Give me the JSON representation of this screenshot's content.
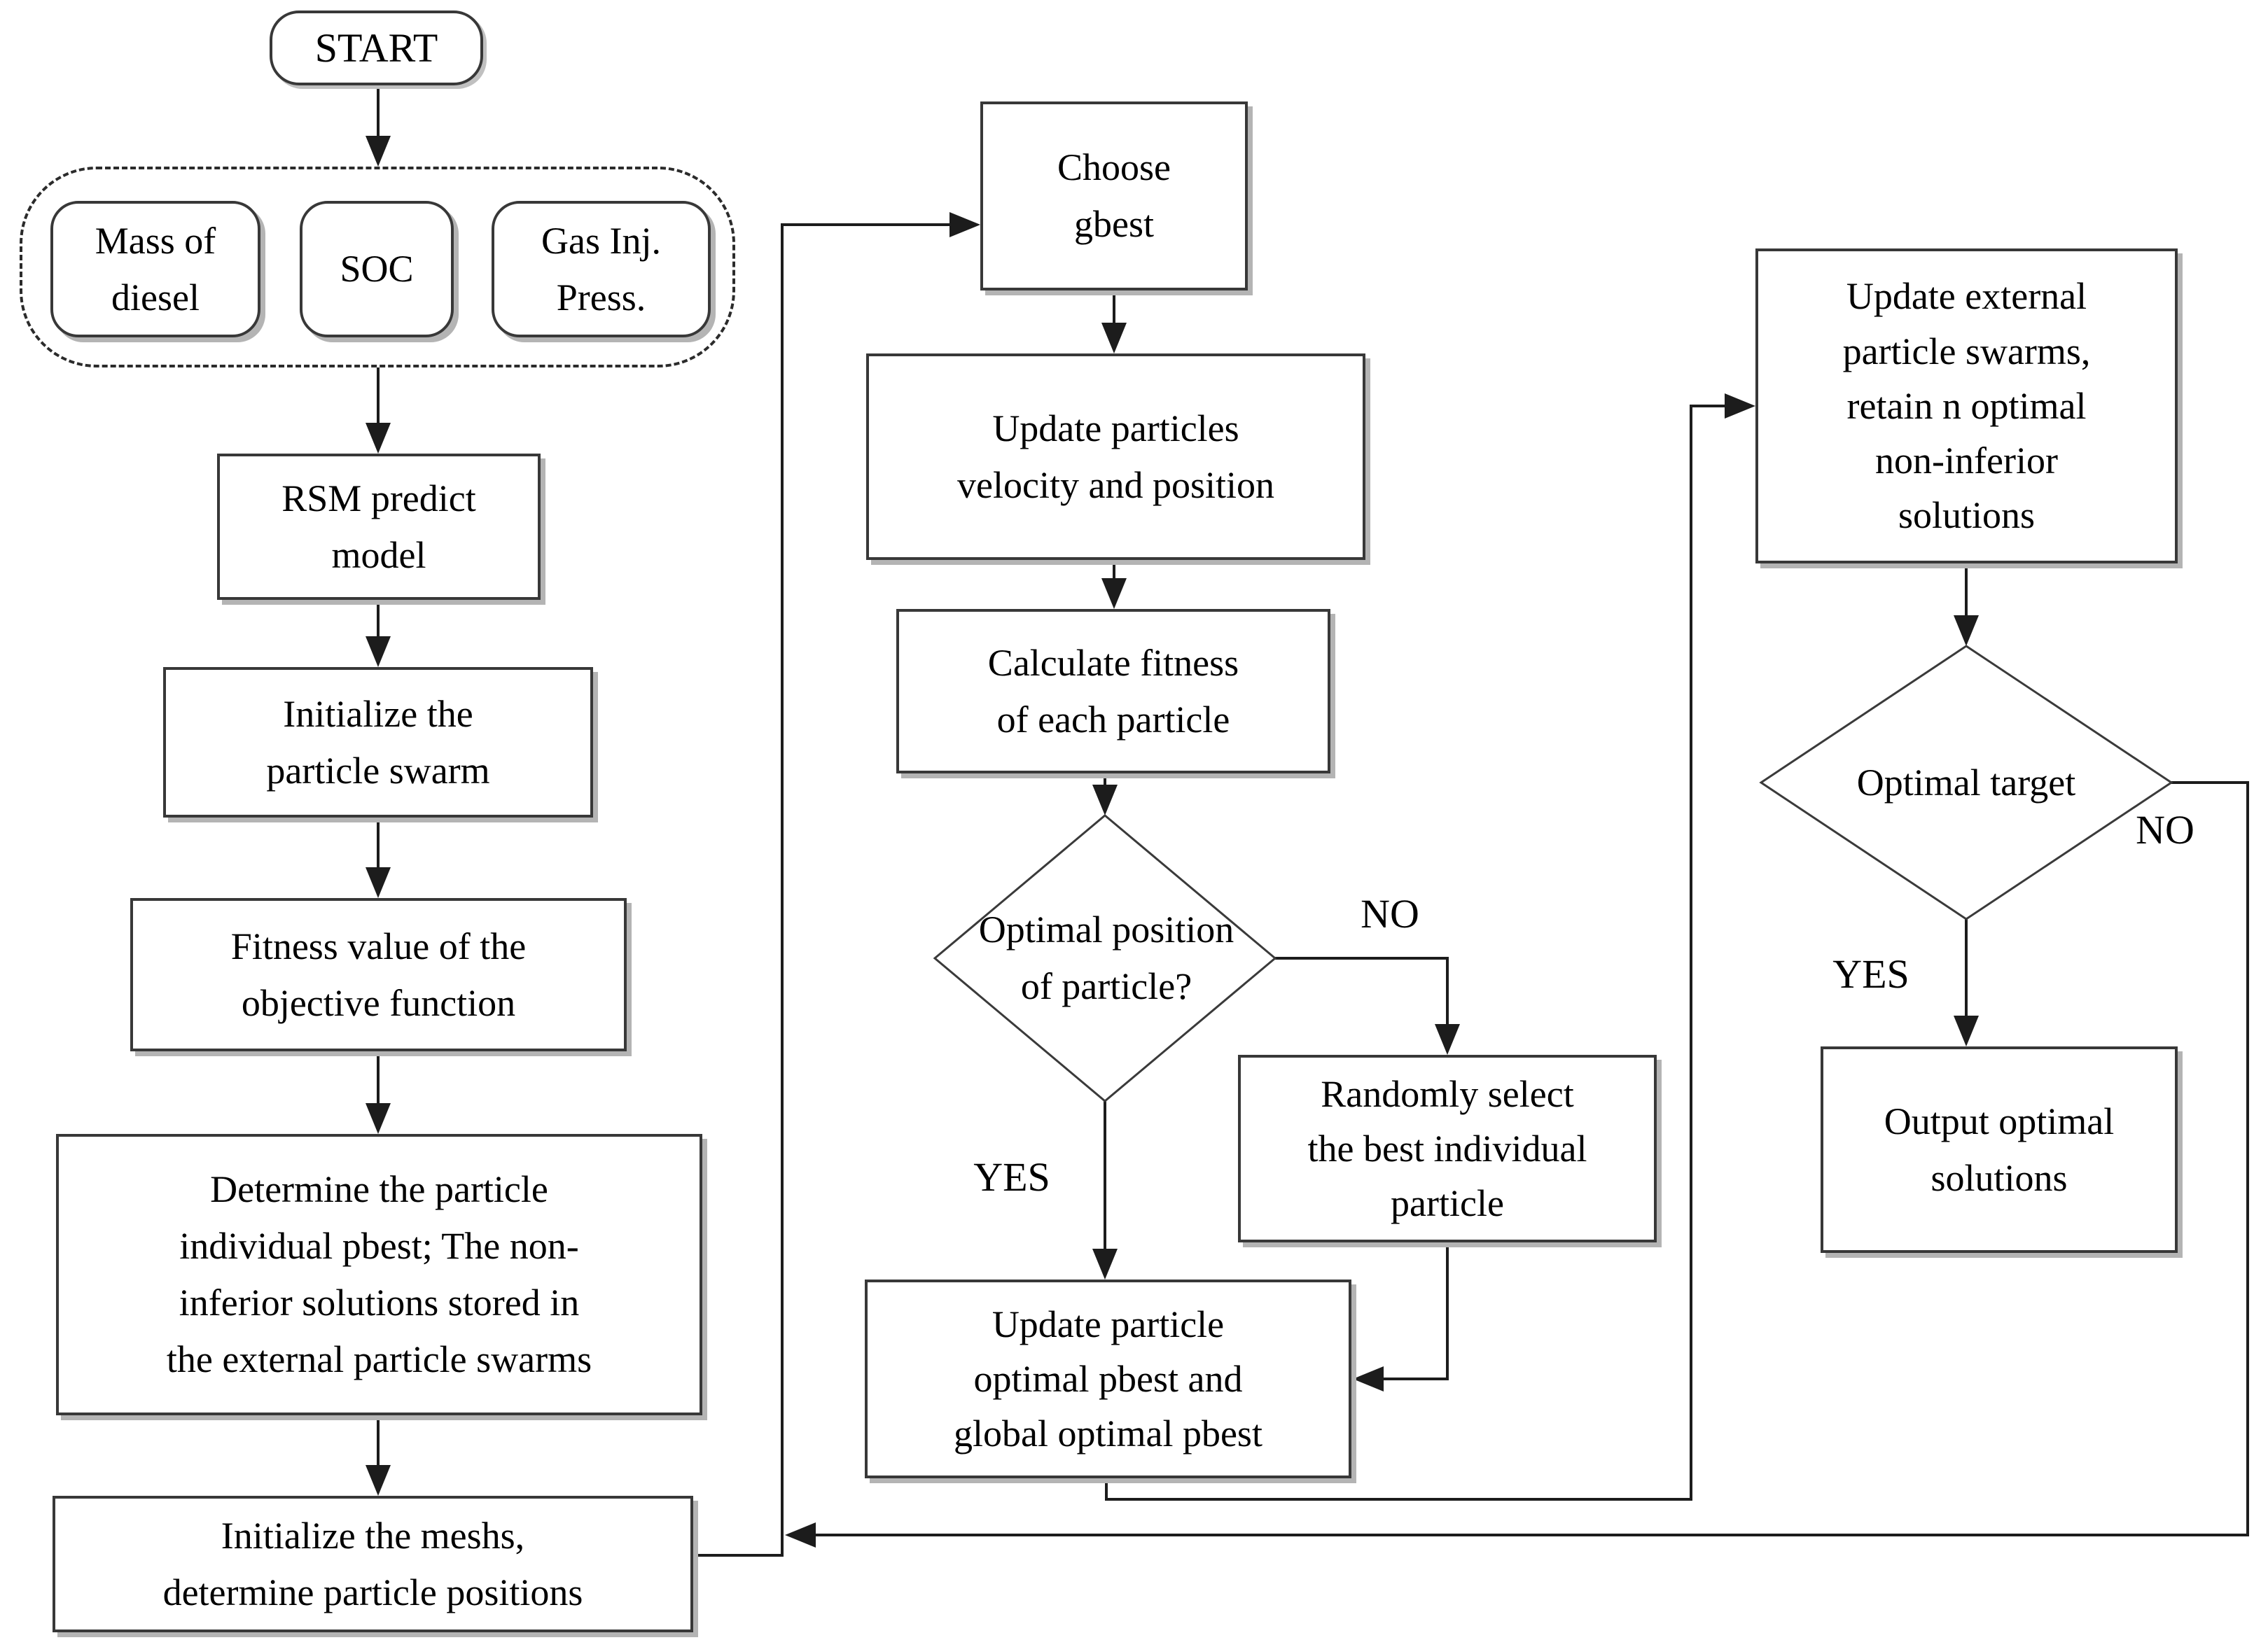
{
  "figure": {
    "type": "flowchart",
    "description": "Multi-objective particle swarm optimization flowchart with RSM predict model"
  },
  "nodes": {
    "start": "START",
    "input_mass": "Mass of\ndiesel",
    "input_soc": "SOC",
    "input_gas": "Gas Inj.\nPress.",
    "rsm": "RSM predict\nmodel",
    "init_swarm": "Initialize the\nparticle swarm",
    "fitness_value": "Fitness value of the\nobjective function",
    "determine_pbest": "Determine the particle\nindividual pbest; The non-\ninferior solutions stored in\nthe external particle swarms",
    "init_meshs": "Initialize the meshs,\ndetermine particle positions",
    "choose_gbest": "Choose\ngbest",
    "update_velocity": "Update particles\nvelocity and position",
    "calc_fitness": "Calculate fitness\nof each particle",
    "decision_optimal_position": "Optimal position\nof particle?",
    "randomly_select": "Randomly select\nthe best individual\nparticle",
    "update_pbest": "Update particle\noptimal pbest and\nglobal optimal pbest",
    "update_external": "Update external\nparticle swarms,\nretain n optimal\nnon-inferior\nsolutions",
    "decision_optimal_target": "Optimal target",
    "output_solutions": "Output optimal\nsolutions"
  },
  "labels": {
    "yes_particle": "YES",
    "no_particle": "NO",
    "yes_target": "YES",
    "no_target": "NO"
  },
  "colors": {
    "background": "#ffffff",
    "line": "#1c1c1c",
    "box_border": "#383838",
    "box_fill": "#ffffff",
    "shadow": "#b4b4b4",
    "text": "#000000"
  }
}
